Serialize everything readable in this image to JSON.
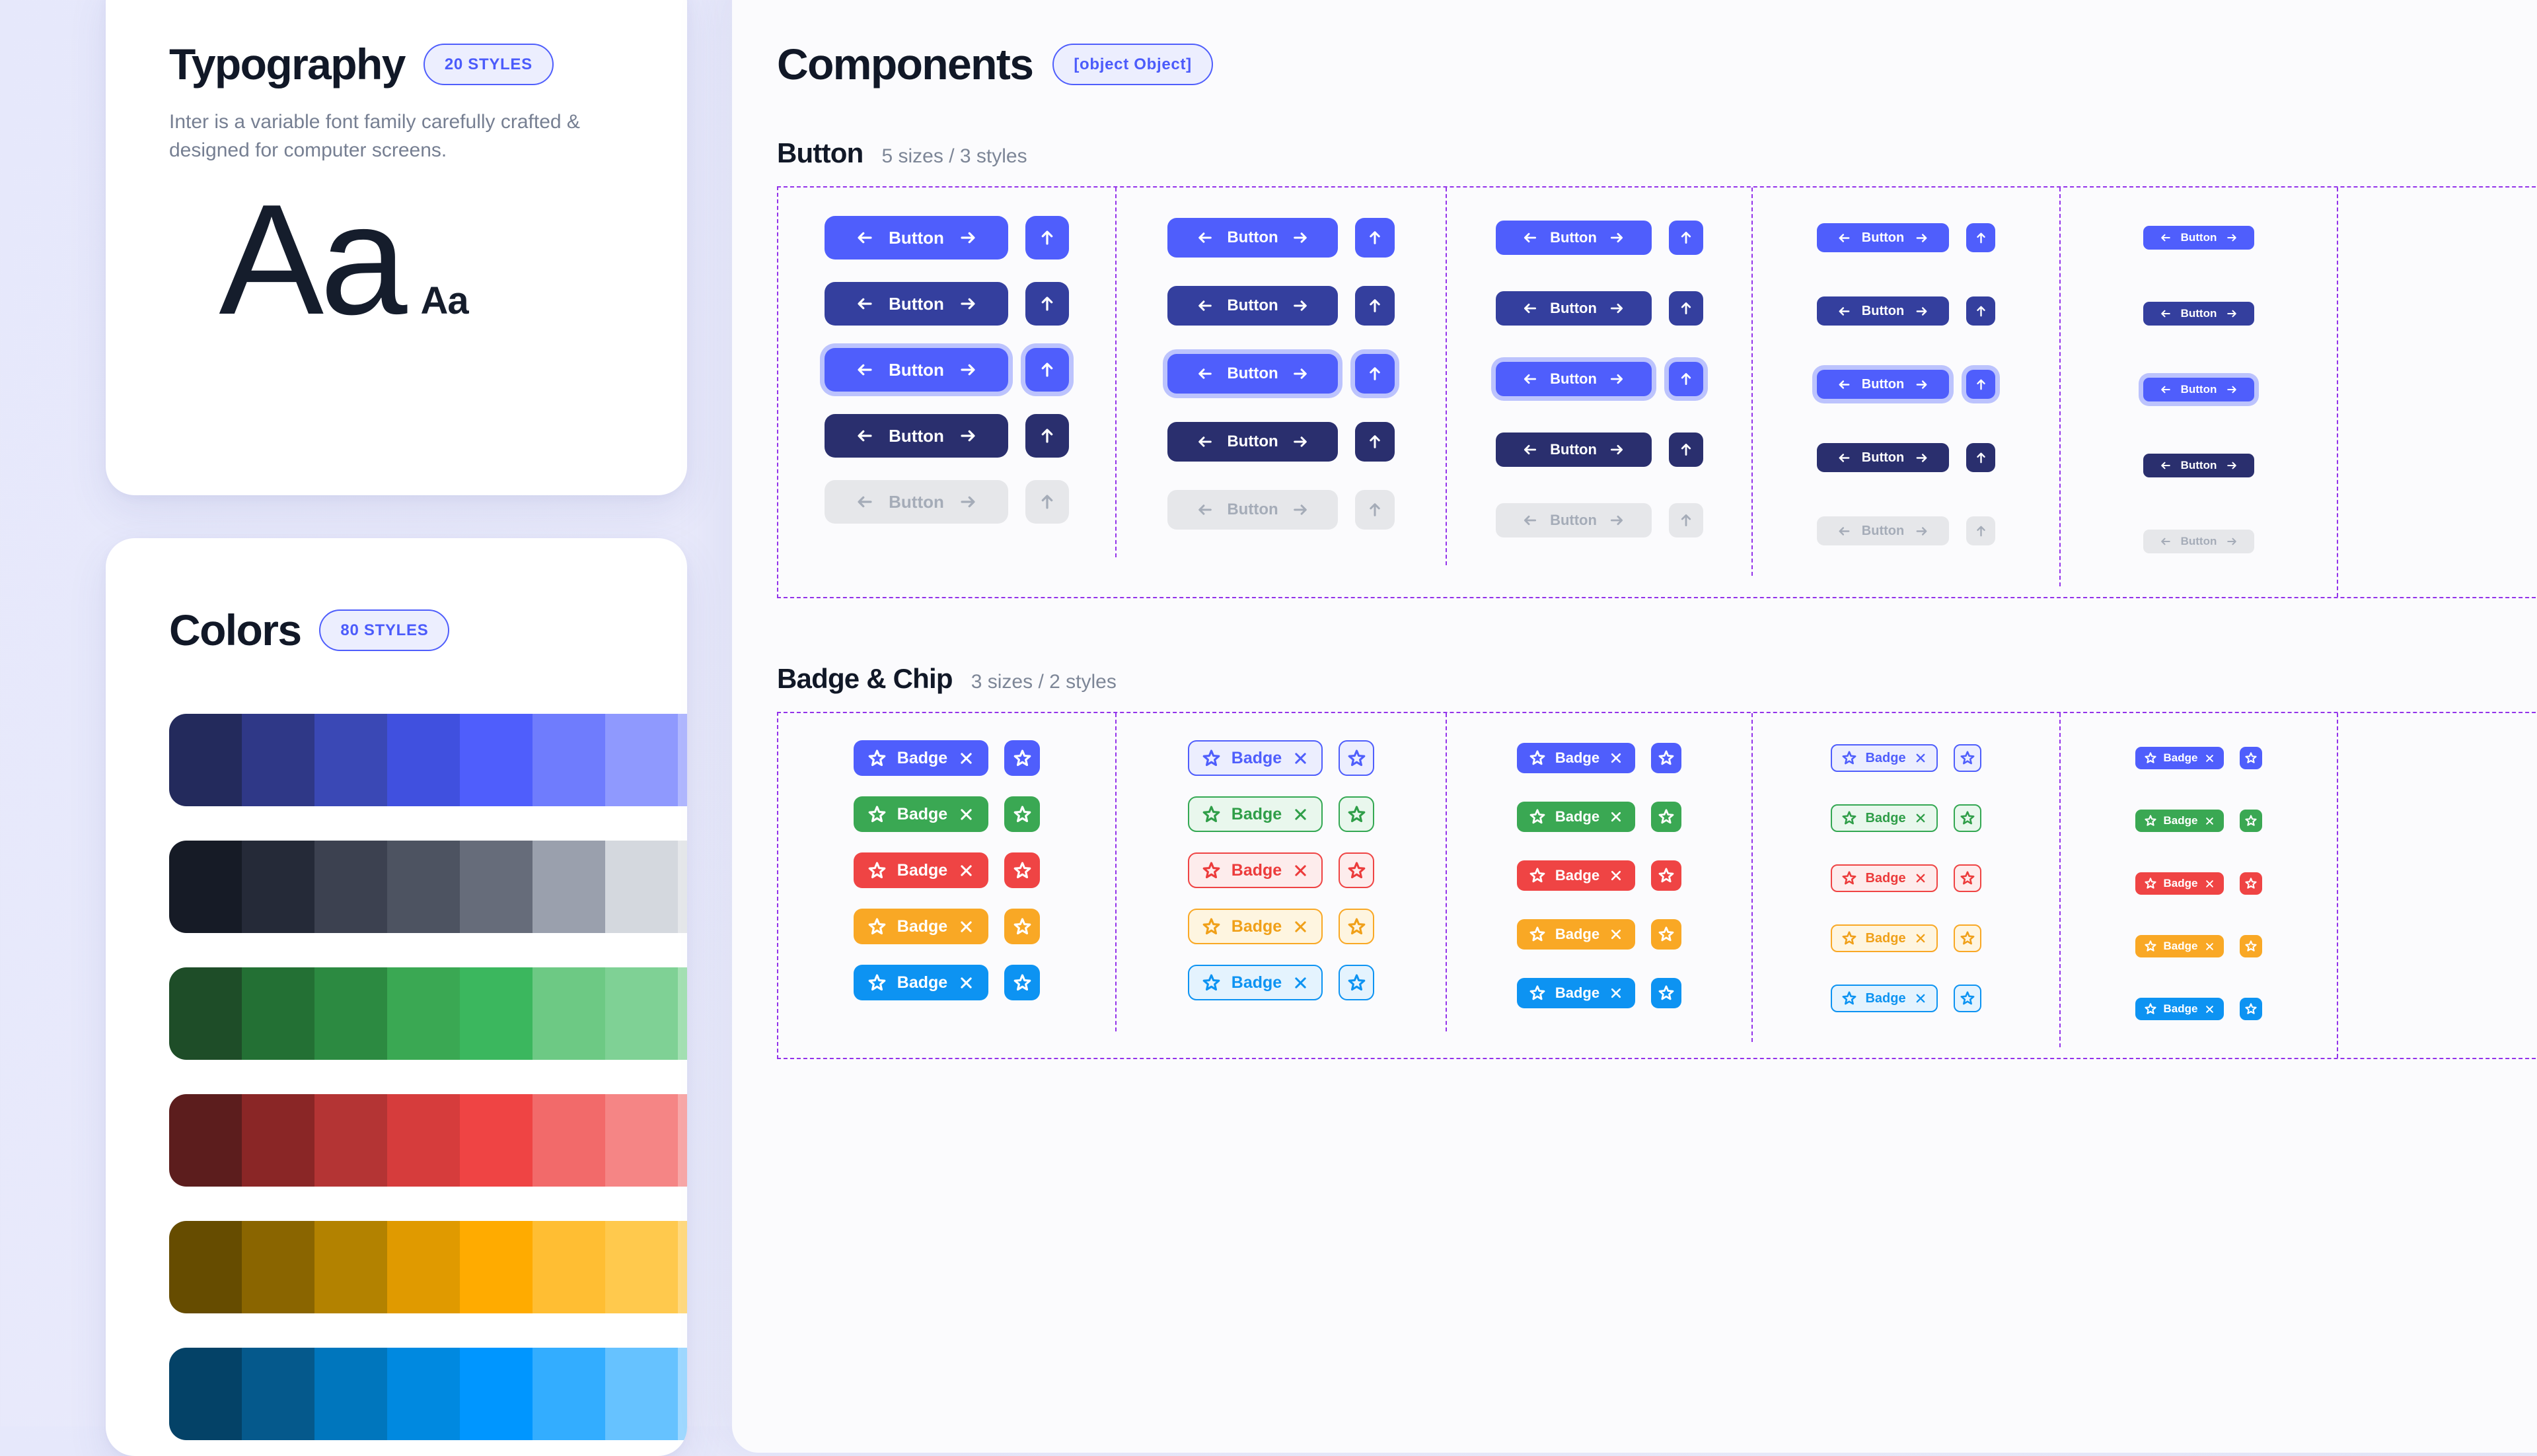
{
  "typography": {
    "title": "Typography",
    "badge": "20 STYLES",
    "description": "Inter is a variable font family carefully crafted & designed for computer screens.",
    "specimen_large": "Aa",
    "specimen_small": "Aa"
  },
  "colors": {
    "title": "Colors",
    "badge": "80 STYLES",
    "ramps": [
      {
        "name": "indigo",
        "swatches": [
          "#232a5c",
          "#2f3887",
          "#3a48b5",
          "#4050df",
          "#4f5efc",
          "#6f7cfd",
          "#8f99fe",
          "#b0b7fe",
          "#ccd1ff",
          "#eef0ff"
        ]
      },
      {
        "name": "gray",
        "swatches": [
          "#161b26",
          "#252a38",
          "#3c4150",
          "#4d5361",
          "#666c7a",
          "#9aa0ad",
          "#d4d8de",
          "#e5e7ea",
          "#f2f3f5",
          "#f8f9fa"
        ]
      },
      {
        "name": "green",
        "swatches": [
          "#1e4d28",
          "#237034",
          "#2c8a41",
          "#3aa853",
          "#3bb75e",
          "#6dc984",
          "#7fd195",
          "#a4e0b3",
          "#c6ecd0",
          "#eef9f1"
        ]
      },
      {
        "name": "red",
        "swatches": [
          "#5c1d1d",
          "#8a2626",
          "#b43434",
          "#d63c3c",
          "#ef4444",
          "#f26a6a",
          "#f58585",
          "#f7a7a7",
          "#fbcdcd",
          "#fdf0f0"
        ]
      },
      {
        "name": "amber",
        "swatches": [
          "#664c00",
          "#8a6500",
          "#b38200",
          "#e09a00",
          "#ffab00",
          "#ffbe33",
          "#ffc94d",
          "#ffd980",
          "#ffe8b3",
          "#fff9e8"
        ]
      },
      {
        "name": "blue",
        "swatches": [
          "#044267",
          "#05598c",
          "#0076bd",
          "#0089e0",
          "#0096ff",
          "#33adff",
          "#66c2ff",
          "#9fd8ff",
          "#c2e7ff",
          "#eaf6ff"
        ]
      }
    ]
  },
  "components": {
    "title": "Components",
    "badge": {
      "label": "Badge",
      "icon_left": "star-icon",
      "icon_right": "close-icon",
      "colors": [
        "indigo",
        "green",
        "red",
        "amber",
        "blue"
      ],
      "styles": [
        "solid",
        "soft",
        "solid",
        "soft",
        "solid"
      ],
      "sizes": [
        "lg",
        "lg",
        "md",
        "md",
        "sm"
      ]
    },
    "button_section": {
      "title": "Button",
      "subtitle": "5 sizes / 3 styles"
    },
    "badge_section": {
      "title": "Badge & Chip",
      "subtitle": "3 sizes / 2 styles"
    },
    "button": {
      "label": "Button",
      "icon_left": "arrow-left-icon",
      "icon_right": "arrow-right-icon",
      "icon_only": "arrow-up-icon",
      "states": [
        "default",
        "dark",
        "focused",
        "navy",
        "disabled"
      ],
      "sizes": [
        "xl",
        "lg",
        "md",
        "sm",
        "xs"
      ]
    }
  },
  "palette": {
    "indigo": {
      "solid": "#4f5efc",
      "soft_bg": "#eceefe",
      "soft_fg": "#4f5efc",
      "border": "#4f5efc"
    },
    "green": {
      "solid": "#3aa853",
      "soft_bg": "#e9f7ed",
      "soft_fg": "#2f9e48",
      "border": "#34a853"
    },
    "red": {
      "solid": "#ef4444",
      "soft_bg": "#fdecec",
      "soft_fg": "#ec3b3b",
      "border": "#ef4444"
    },
    "amber": {
      "solid": "#f9a825",
      "soft_bg": "#fef5e0",
      "soft_fg": "#f0a019",
      "border": "#f9a825"
    },
    "blue": {
      "solid": "#0d93f2",
      "soft_bg": "#e4f3fe",
      "soft_fg": "#0d93f2",
      "border": "#0d93f2"
    },
    "accent": "#4f5efc",
    "dashed_guide": "#9333ea",
    "ink": "#111827",
    "muted": "#7d8697"
  }
}
